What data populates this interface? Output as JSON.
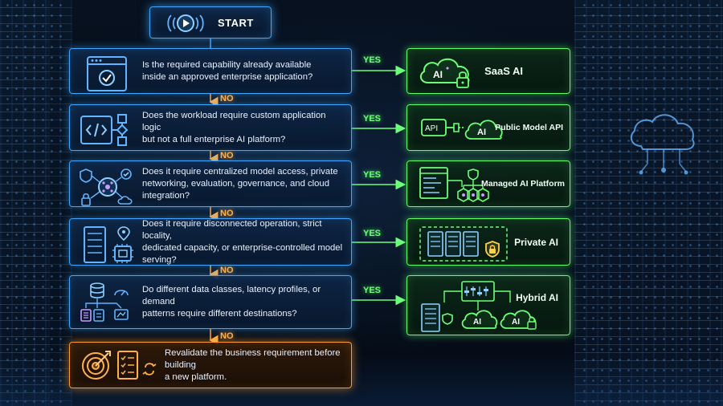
{
  "start": {
    "label": "START",
    "icon": "play-icon"
  },
  "questions": [
    {
      "id": "q1",
      "text_lines": [
        "Is the required capability already available",
        "inside an approved enterprise application?"
      ],
      "icon": "browser-check-icon"
    },
    {
      "id": "q2",
      "text_lines": [
        "Does the workload require custom application logic",
        "but not a full enterprise AI platform?"
      ],
      "icon": "code-flow-icon"
    },
    {
      "id": "q3",
      "text_lines": [
        "Does it require centralized model access, private",
        "networking, evaluation, governance, and cloud integration?"
      ],
      "icon": "ai-hub-icon"
    },
    {
      "id": "q4",
      "text_lines": [
        "Does it require disconnected operation, strict locality,",
        "dedicated capacity, or enterprise-controlled model serving?"
      ],
      "icon": "server-chip-icon"
    },
    {
      "id": "q5",
      "text_lines": [
        "Do different data classes, latency profiles, or demand",
        "patterns require different destinations?"
      ],
      "icon": "data-routing-icon"
    }
  ],
  "destinations": [
    {
      "id": "d1",
      "label": "SaaS AI",
      "icon": "cloud-ai-lock-icon"
    },
    {
      "id": "d2",
      "label": "Public Model API",
      "icon": "api-cloud-icon"
    },
    {
      "id": "d3",
      "label": "Managed AI Platform",
      "icon": "managed-platform-icon"
    },
    {
      "id": "d4",
      "label": "Private AI",
      "icon": "private-server-icon"
    },
    {
      "id": "d5",
      "label": "Hybrid AI",
      "icon": "hybrid-cloud-icon"
    }
  ],
  "final": {
    "text_lines": [
      "Revalidate the business requirement before building",
      "a new platform."
    ],
    "icon": "target-checklist-icon"
  },
  "yes_label": "YES",
  "no_label": "NO",
  "ai_badge": "AI",
  "api_badge": "API",
  "colors": {
    "question_border": "#3fa7ff",
    "destination_border": "#5dff6a",
    "final_border": "#ff9a2e",
    "yes_text": "#6dff7a",
    "no_text": "#ffb04a"
  }
}
